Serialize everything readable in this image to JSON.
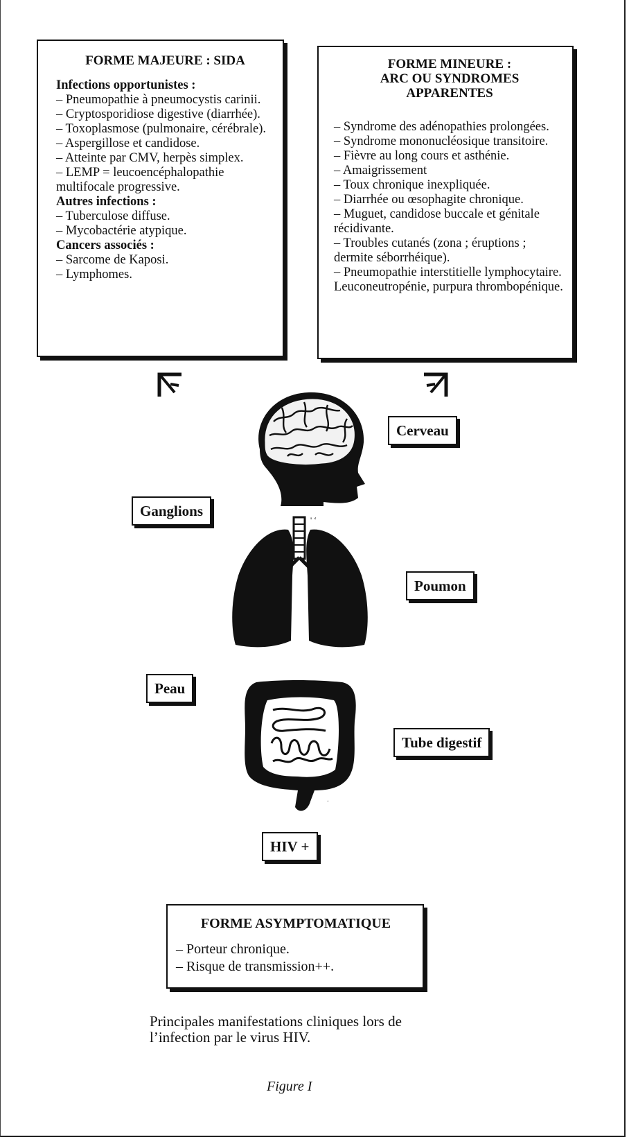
{
  "major": {
    "title": "FORME MAJEURE : SIDA",
    "sections": [
      {
        "heading": "Infections opportunistes :",
        "items": [
          "– Pneumopathie à pneumocystis carinii.",
          "– Cryptosporidiose digestive (diarrhée).",
          "– Toxoplasmose (pulmonaire, cérébrale).",
          "– Aspergillose et candidose.",
          "– Atteinte par CMV, herpès simplex.",
          "– LEMP = leucoencéphalopathie multifocale progressive."
        ]
      },
      {
        "heading": "Autres infections :",
        "items": [
          "– Tuberculose diffuse.",
          "– Mycobactérie atypique."
        ]
      },
      {
        "heading": "Cancers associés :",
        "items": [
          "– Sarcome de Kaposi.",
          "– Lymphomes."
        ]
      }
    ]
  },
  "minor": {
    "title_line1": "FORME MINEURE :",
    "title_line2": "ARC OU SYNDROMES",
    "title_line3": "APPARENTES",
    "items": [
      "– Syndrome des adénopathies prolongées.",
      "– Syndrome mononucléosique transitoire.",
      "– Fièvre au long cours et asthénie.",
      "– Amaigrissement",
      "– Toux chronique inexpliquée.",
      "– Diarrhée ou œsophagite chronique.",
      "– Muguet, candidose buccale et génitale récidivante.",
      "– Troubles cutanés (zona ; éruptions ; dermite séborrhéique).",
      "– Pneumopathie interstitielle lymphocytaire. Leuconeutropénie, purpura thrombopénique."
    ]
  },
  "labels": {
    "cerveau": "Cerveau",
    "ganglions": "Ganglions",
    "poumon": "Poumon",
    "peau": "Peau",
    "tube_digestif": "Tube digestif",
    "hiv": "HIV +"
  },
  "asymptomatic": {
    "title": "FORME ASYMPTOMATIQUE",
    "items": [
      "– Porteur chronique.",
      "– Risque de transmission++."
    ]
  },
  "caption": {
    "line1": "Principales manifestations cliniques lors de",
    "line2": "l’infection par le virus HIV.",
    "figure": "Figure I"
  }
}
